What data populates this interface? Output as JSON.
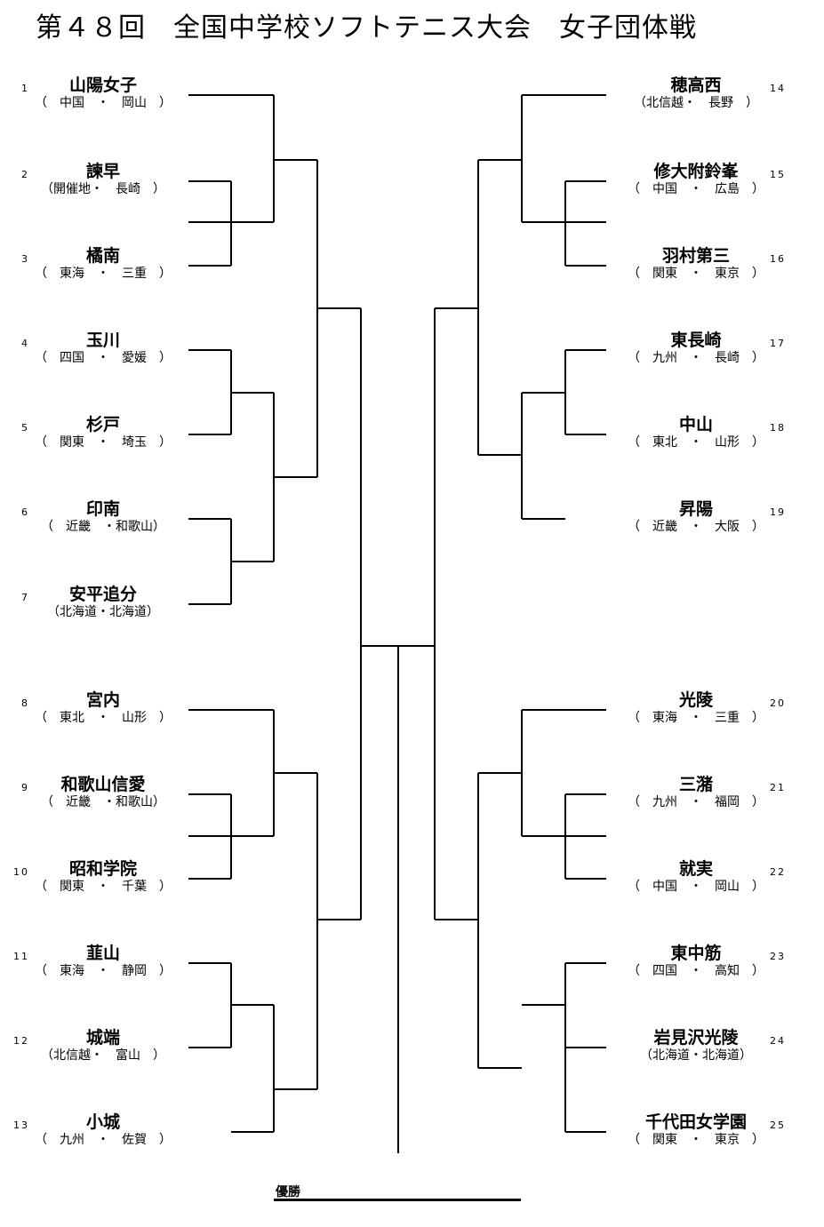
{
  "title": "第４８回　全国中学校ソフトテニス大会　女子団体戦",
  "champion_label": "優勝",
  "left_teams": [
    {
      "seed": "1",
      "name": "山陽女子",
      "region": "（　中国　・　岡山　）"
    },
    {
      "seed": "2",
      "name": "諫早",
      "region": "（開催地・　長崎　）"
    },
    {
      "seed": "3",
      "name": "橘南",
      "region": "（　東海　・　三重　）"
    },
    {
      "seed": "4",
      "name": "玉川",
      "region": "（　四国　・　愛媛　）"
    },
    {
      "seed": "5",
      "name": "杉戸",
      "region": "（　関東　・　埼玉　）"
    },
    {
      "seed": "6",
      "name": "印南",
      "region": "（　近畿　・和歌山）"
    },
    {
      "seed": "7",
      "name": "安平追分",
      "region": "（北海道・北海道）"
    },
    {
      "seed": "8",
      "name": "宮内",
      "region": "（　東北　・　山形　）"
    },
    {
      "seed": "9",
      "name": "和歌山信愛",
      "region": "（　近畿　・和歌山）"
    },
    {
      "seed": "10",
      "name": "昭和学院",
      "region": "（　関東　・　千葉　）"
    },
    {
      "seed": "11",
      "name": "韮山",
      "region": "（　東海　・　静岡　）"
    },
    {
      "seed": "12",
      "name": "城端",
      "region": "（北信越・　富山　）"
    },
    {
      "seed": "13",
      "name": "小城",
      "region": "（　九州　・　佐賀　）"
    }
  ],
  "right_teams": [
    {
      "seed": "14",
      "name": "穂高西",
      "region": "（北信越・　長野　）"
    },
    {
      "seed": "15",
      "name": "修大附鈴峯",
      "region": "（　中国　・　広島　）"
    },
    {
      "seed": "16",
      "name": "羽村第三",
      "region": "（　関東　・　東京　）"
    },
    {
      "seed": "17",
      "name": "東長崎",
      "region": "（　九州　・　長崎　）"
    },
    {
      "seed": "18",
      "name": "中山",
      "region": "（　東北　・　山形　）"
    },
    {
      "seed": "19",
      "name": "昇陽",
      "region": "（　近畿　・　大阪　）"
    },
    {
      "seed": "20",
      "name": "光陵",
      "region": "（　東海　・　三重　）"
    },
    {
      "seed": "21",
      "name": "三潴",
      "region": "（　九州　・　福岡　）"
    },
    {
      "seed": "22",
      "name": "就実",
      "region": "（　中国　・　岡山　）"
    },
    {
      "seed": "23",
      "name": "東中筋",
      "region": "（　四国　・　高知　）"
    },
    {
      "seed": "24",
      "name": "岩見沢光陵",
      "region": "（北海道・北海道）"
    },
    {
      "seed": "25",
      "name": "千代田女学園",
      "region": "（　関東　・　東京　）"
    }
  ]
}
